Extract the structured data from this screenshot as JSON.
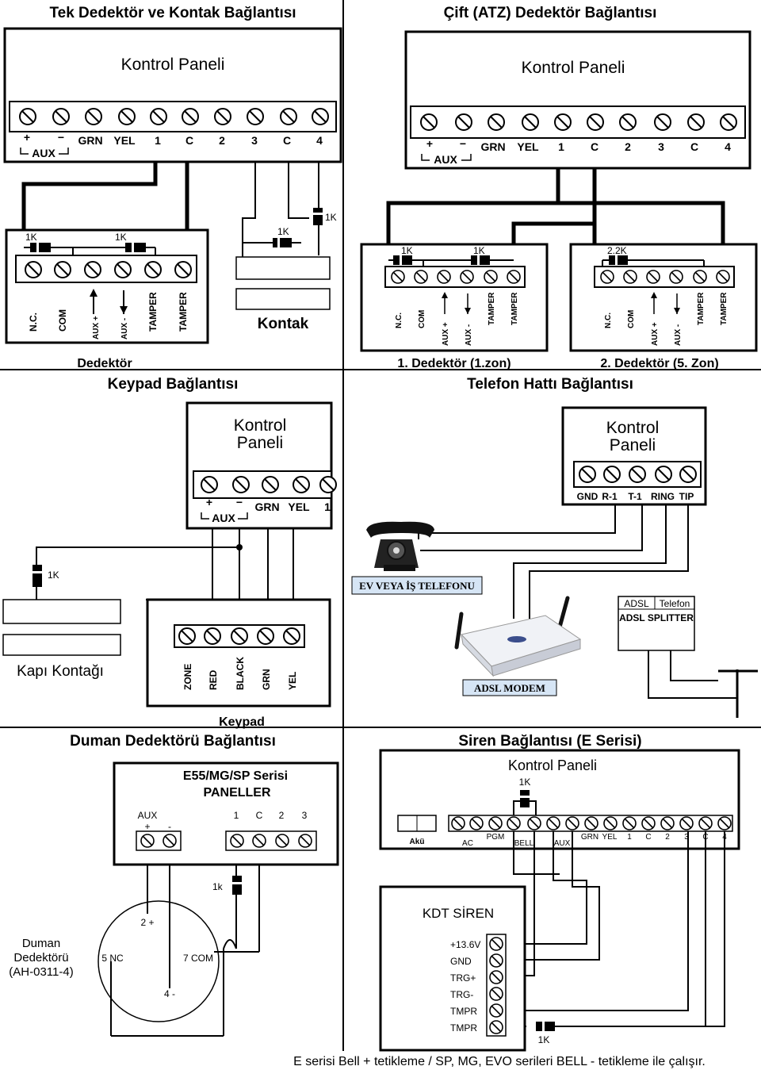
{
  "sections": {
    "single": {
      "title": "Tek Dedektör ve Kontak Bağlantısı",
      "panel_title": "Kontrol Paneli",
      "panel_terms": [
        "+",
        "−",
        "GRN",
        "YEL",
        "1",
        "C",
        "2",
        "3",
        "C",
        "4"
      ],
      "aux_label": "AUX",
      "resistor_labels": [
        "1K",
        "1K",
        "1K",
        "1K"
      ],
      "detector_terms": [
        "N.C.",
        "COM",
        "AUX +",
        "AUX -",
        "TAMPER",
        "TAMPER"
      ],
      "detector_caption": "Dedektör",
      "contact_label": "Kontak"
    },
    "dual": {
      "title": "Çift (ATZ) Dedektör Bağlantısı",
      "panel_title": "Kontrol Paneli",
      "panel_terms": [
        "+",
        "−",
        "GRN",
        "YEL",
        "1",
        "C",
        "2",
        "3",
        "C",
        "4"
      ],
      "aux_label": "AUX",
      "det1_resistors": [
        "1K",
        "1K"
      ],
      "det2_resistor": "2.2K",
      "detector_terms": [
        "N.C.",
        "COM",
        "AUX +",
        "AUX -",
        "TAMPER",
        "TAMPER"
      ],
      "det1_caption": "1. Dedektör (1.zon)",
      "det2_caption": "2. Dedektör (5. Zon)"
    },
    "keypad": {
      "title": "Keypad Bağlantısı",
      "panel_title_line1": "Kontrol",
      "panel_title_line2": "Paneli",
      "panel_terms": [
        "+",
        "−",
        "GRN",
        "YEL",
        "1"
      ],
      "aux_label": "AUX",
      "resistor_label": "1K",
      "door_contact_label": "Kapı Kontağı",
      "keypad_terms": [
        "ZONE",
        "RED",
        "BLACK",
        "GRN",
        "YEL"
      ],
      "keypad_caption": "Keypad"
    },
    "phone": {
      "title": "Telefon Hattı Bağlantısı",
      "panel_title_line1": "Kontrol",
      "panel_title_line2": "Paneli",
      "panel_terms": [
        "GND",
        "R-1",
        "T-1",
        "RING",
        "TIP"
      ],
      "phone_label": "EV VEYA İŞ TELEFONU",
      "modem_label": "ADSL MODEM",
      "splitter_ports": [
        "ADSL",
        "Telefon"
      ],
      "splitter_label": "ADSL SPLITTER"
    },
    "smoke": {
      "title": "Duman Dedektörü Bağlantısı",
      "panel_title_line1": "E55/MG/SP Serisi",
      "panel_title_line2": "PANELLER",
      "aux_label": "AUX",
      "aux_terms": [
        "+",
        "-"
      ],
      "zone_terms": [
        "1",
        "C",
        "2",
        "3"
      ],
      "resistor_label": "1k",
      "detector_name_lines": [
        "Duman",
        "Dedektörü",
        "(AH-0311-4)"
      ],
      "detector_terms": [
        "2 +",
        "5 NC",
        "7 COM",
        "4 -"
      ]
    },
    "siren": {
      "title": "Siren Bağlantısı (E Serisi)",
      "panel_title": "Kontrol Paneli",
      "resistor_top": "1K",
      "battery_label": "Akü",
      "panel_groups": [
        "AC",
        "PGM",
        "BELL",
        "AUX"
      ],
      "panel_terms": [
        "GRN",
        "YEL",
        "1",
        "C",
        "2",
        "3",
        "C",
        "4"
      ],
      "siren_title": "KDT SİREN",
      "siren_terms": [
        "+13.6V",
        "GND",
        "TRG+",
        "TRG-",
        "TMPR",
        "TMPR"
      ],
      "resistor_bottom": "1K"
    }
  },
  "footer_note": "E serisi Bell +  tetikleme / SP, MG, EVO serileri BELL - tetikleme ile çalışır."
}
